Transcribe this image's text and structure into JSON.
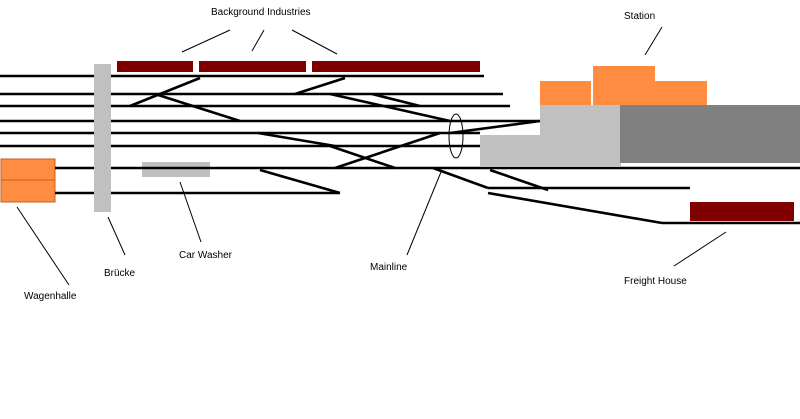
{
  "labels": {
    "background_industries": "Background Industries",
    "station": "Station",
    "car_washer": "Car Washer",
    "mainline": "Mainline",
    "freight_house": "Freight House",
    "wagenhalle": "Wagenhalle",
    "bruecke": "Brücke"
  },
  "colors": {
    "track": "#000000",
    "industry": "#800000",
    "station_building": "#ff8c40",
    "platform": "#c0c0c0",
    "station_hall": "#808080",
    "bridge": "#c0c0c0"
  }
}
